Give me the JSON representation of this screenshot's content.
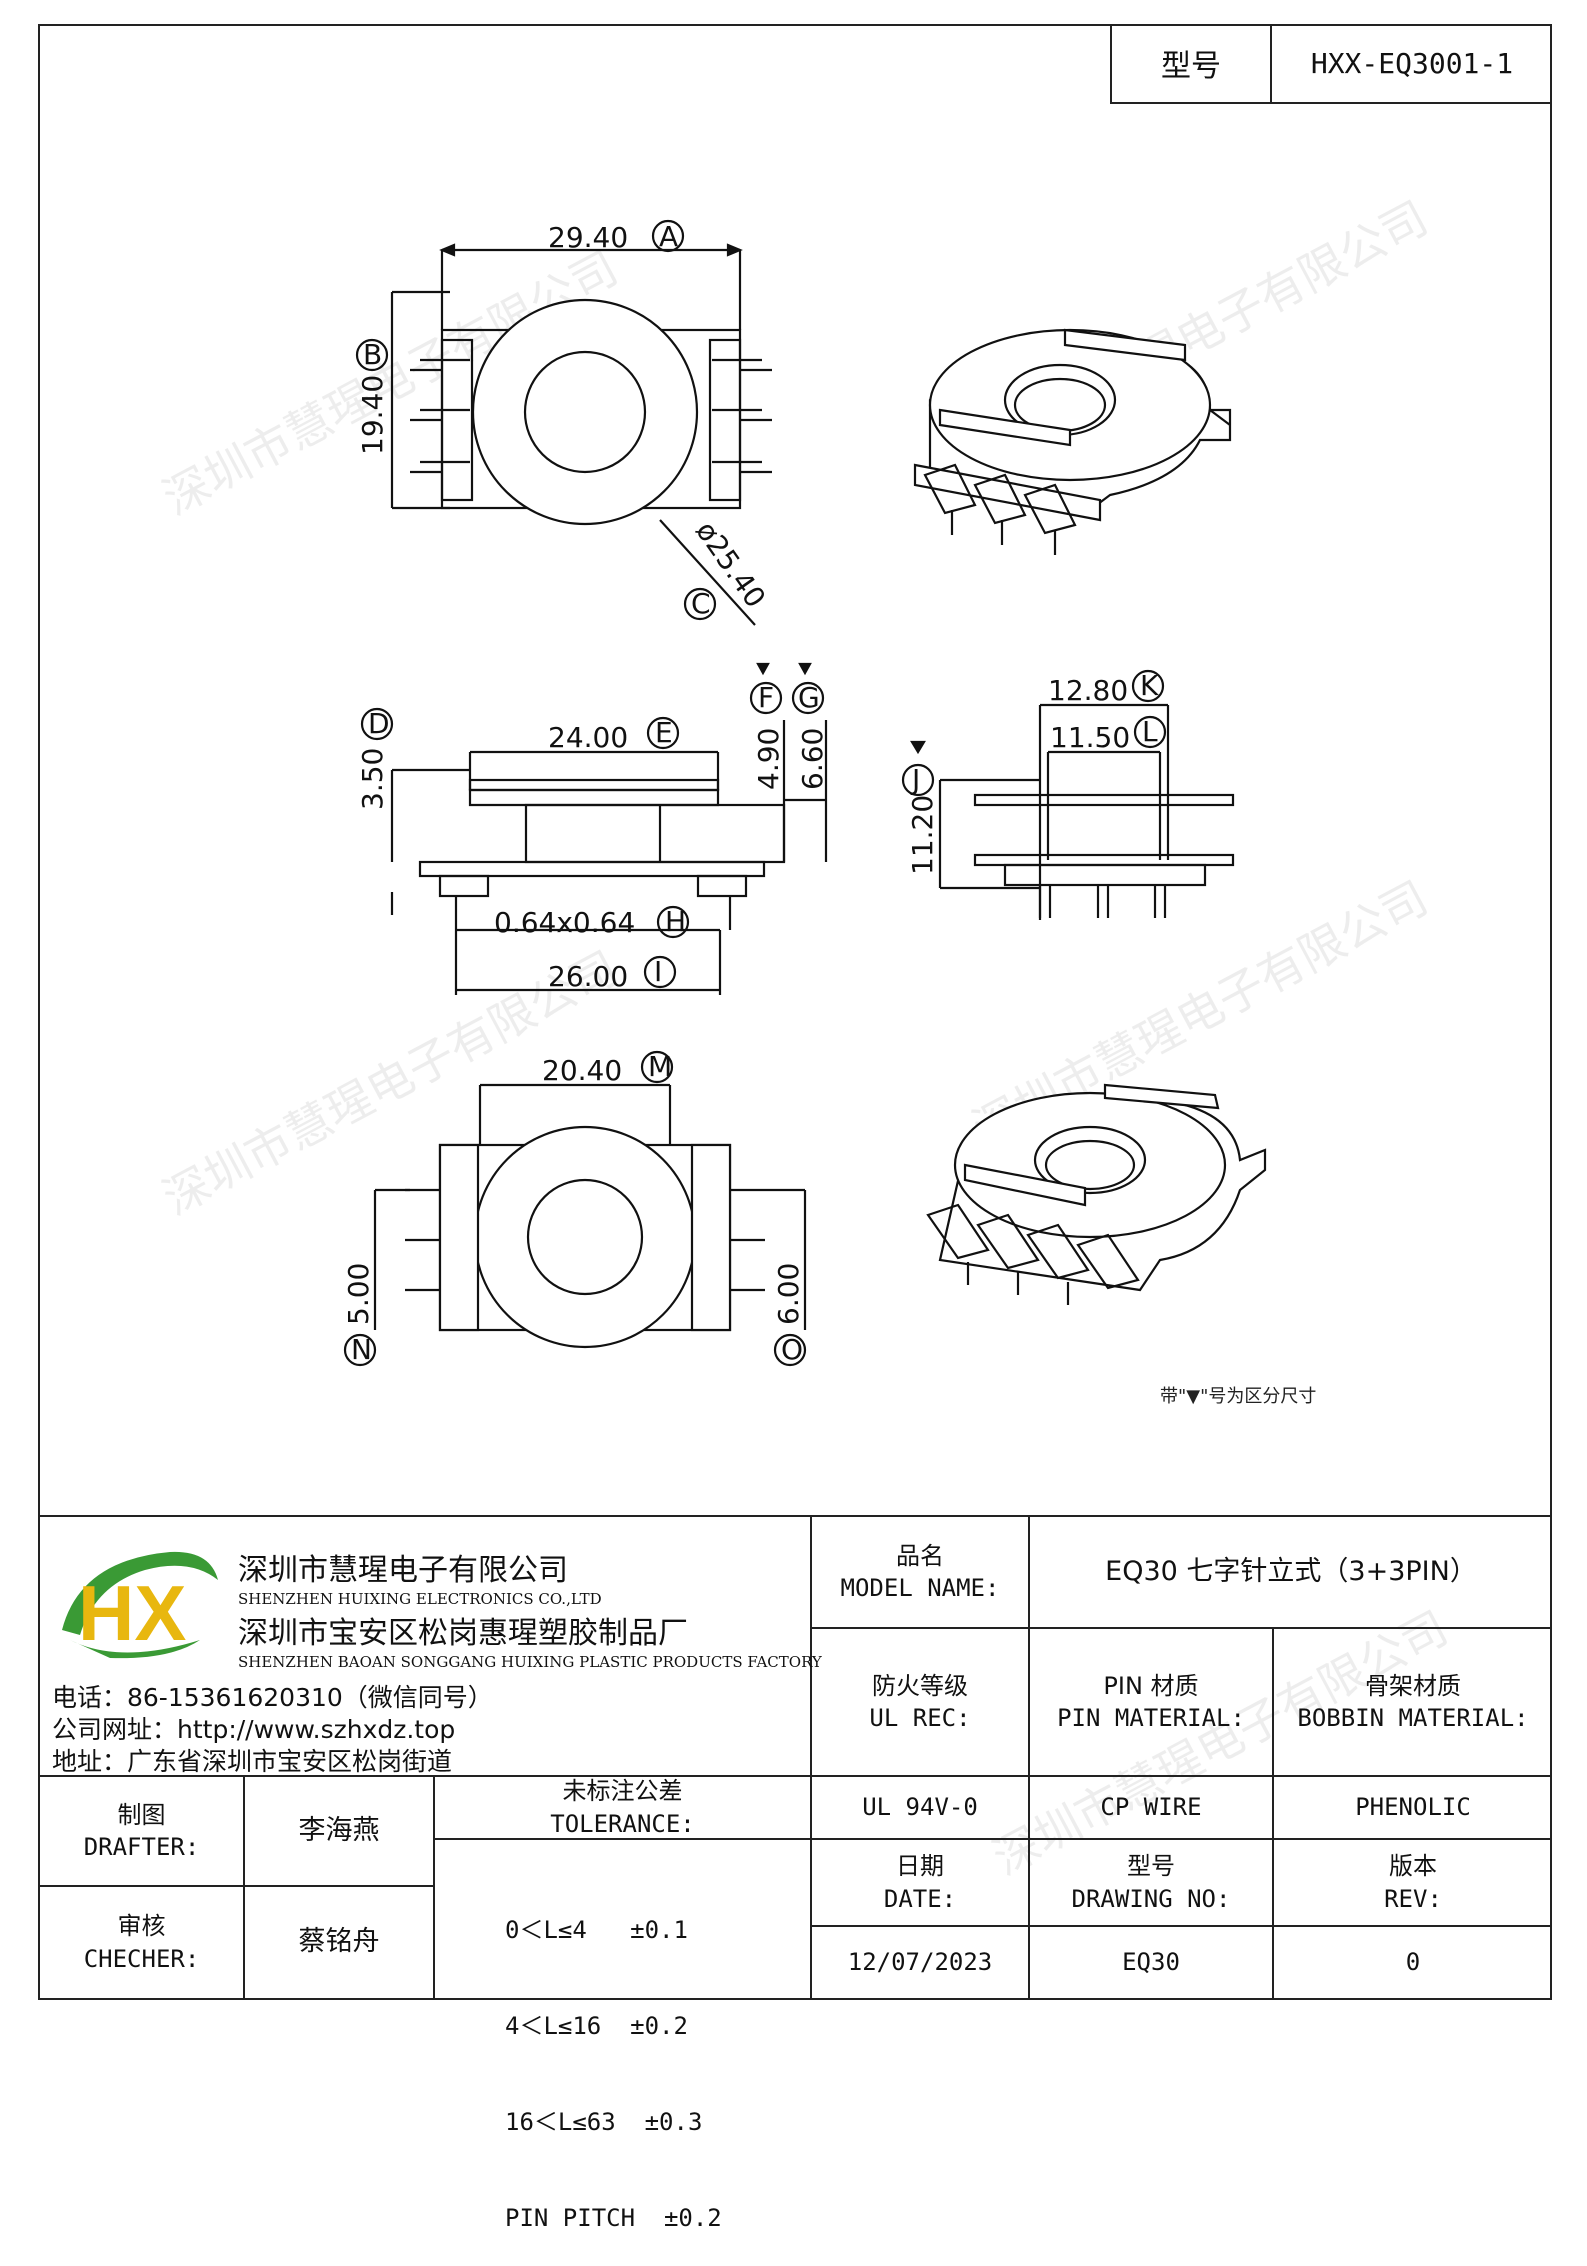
{
  "header": {
    "type_label": "型号",
    "type_value": "HXX-EQ3001-1"
  },
  "dimensions": {
    "A": {
      "value": "29.40",
      "letter": "A"
    },
    "B": {
      "value": "19.40",
      "letter": "B"
    },
    "C": {
      "value": "ø25.40",
      "letter": "C"
    },
    "D": {
      "value": "3.50",
      "letter": "D"
    },
    "E": {
      "value": "24.00",
      "letter": "E"
    },
    "F": {
      "value": "4.90",
      "letter": "F"
    },
    "G": {
      "value": "6.60",
      "letter": "G"
    },
    "H": {
      "value": "0.64x0.64",
      "letter": "H"
    },
    "I": {
      "value": "26.00",
      "letter": "I"
    },
    "J": {
      "value": "11.20",
      "letter": "J"
    },
    "K": {
      "value": "12.80",
      "letter": "K"
    },
    "L": {
      "value": "11.50",
      "letter": "L"
    },
    "M": {
      "value": "20.40",
      "letter": "M"
    },
    "N": {
      "value": "5.00",
      "letter": "N"
    },
    "O": {
      "value": "6.00",
      "letter": "O"
    }
  },
  "note": "带\"▼\"号为区分尺寸",
  "watermark": "深圳市慧瑆电子有限公司",
  "company": {
    "name_cn": "深圳市慧瑆电子有限公司",
    "name_en": "SHENZHEN HUIXING ELECTRONICS CO.,LTD",
    "factory_cn": "深圳市宝安区松岗惠瑆塑胶制品厂",
    "factory_en": "SHENZHEN BAOAN SONGGANG HUIXING PLASTIC PRODUCTS FACTORY",
    "phone": "电话：86-15361620310（微信同号）",
    "website": "公司网址：http://www.szhxdz.top",
    "address": "地址：广东省深圳市宝安区松岗街道",
    "logo_text": "HX",
    "logo_colors": {
      "green": "#3a9a35",
      "yellow": "#e8b70f"
    }
  },
  "title_block": {
    "model_name_cn": "品名",
    "model_name_en": "MODEL NAME:",
    "model_name_value": "EQ30 七字针立式（3+3PIN）",
    "ul_cn": "防火等级",
    "ul_en": "UL REC:",
    "pin_cn": "PIN 材质",
    "pin_en": "PIN MATERIAL:",
    "bobbin_cn": "骨架材质",
    "bobbin_en": "BOBBIN MATERIAL:",
    "ul_value": "UL 94V-0",
    "pin_value": "CP WIRE",
    "bobbin_value": "PHENOLIC",
    "drafter_cn": "制图",
    "drafter_en": "DRAFTER:",
    "drafter_name": "李海燕",
    "checker_cn": "审核",
    "checker_en": "CHECHER:",
    "checker_name": "蔡铭舟",
    "tolerance_cn": "未标注公差",
    "tolerance_en": "TOLERANCE:",
    "tolerances": [
      "0＜L≤4   ±0.1",
      "4＜L≤16  ±0.2",
      "16＜L≤63  ±0.3",
      "PIN PITCH  ±0.2"
    ],
    "date_cn": "日期",
    "date_en": "DATE:",
    "date_value": "12/07/2023",
    "drawing_cn": "型号",
    "drawing_en": "DRAWING NO:",
    "drawing_value": "EQ30",
    "rev_cn": "版本",
    "rev_en": "REV:",
    "rev_value": "0"
  }
}
